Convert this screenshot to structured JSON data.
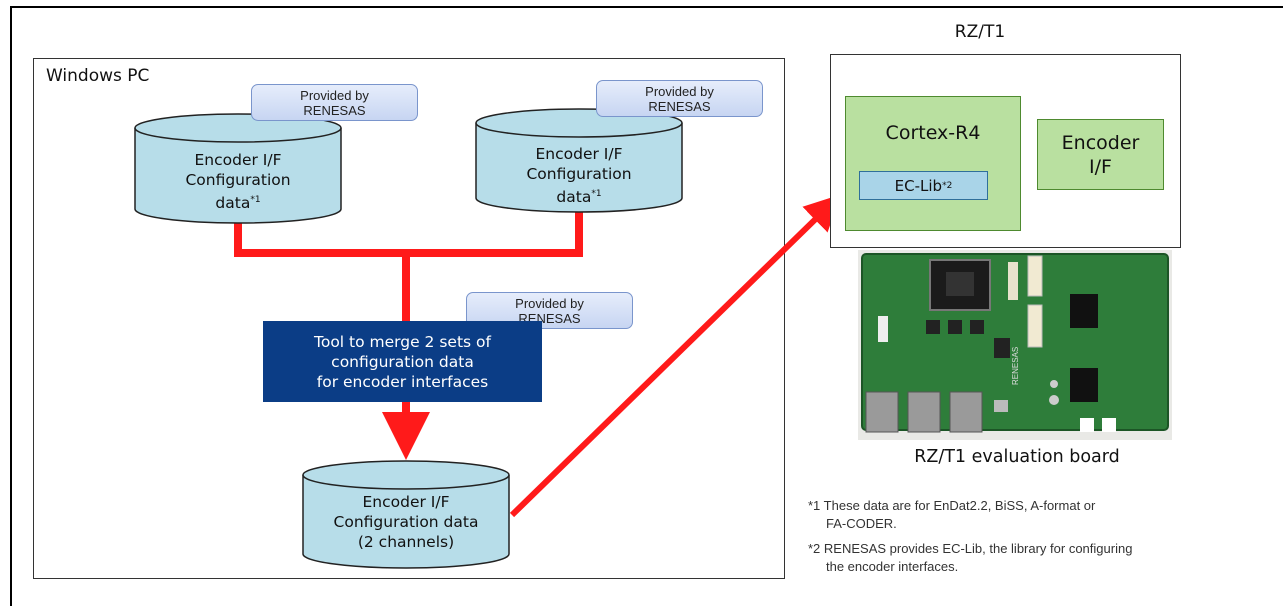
{
  "pc": {
    "title": "Windows PC"
  },
  "badges": {
    "left": {
      "line1": "Provided by",
      "line2": "RENESAS"
    },
    "right": {
      "line1": "Provided by",
      "line2": "RENESAS"
    },
    "tool": {
      "line1": "Provided by",
      "line2": "RENESAS"
    }
  },
  "db_left": {
    "line1": "Encoder I/F",
    "line2": "Configuration",
    "line3": "data",
    "sup": "*1"
  },
  "db_right": {
    "line1": "Encoder I/F",
    "line2": "Configuration",
    "line3": "data",
    "sup": "*1"
  },
  "db_bottom": {
    "line1": "Encoder I/F",
    "line2": "Configuration data",
    "line3": "(2 channels)"
  },
  "tool": {
    "line1": "Tool to merge 2 sets of",
    "line2": "configuration data",
    "line3": "for encoder interfaces"
  },
  "rz": {
    "title": "RZ/T1",
    "cortex": "Cortex-R4",
    "eclib": "EC-Lib",
    "eclib_sup": "*2",
    "encoder_line1": "Encoder",
    "encoder_line2": "I/F",
    "board_caption": "RZ/T1 evaluation board",
    "board_logo": "RENESAS"
  },
  "notes": {
    "n1_line1": "*1 These data are for EnDat2.2, BiSS, A-format or",
    "n1_line2": "FA-CODER.",
    "n2_line1": "*2 RENESAS provides EC-Lib, the library for configuring",
    "n2_line2": "the encoder interfaces."
  },
  "colors": {
    "arrow": "#ff1a1a",
    "cylinder_fill": "#b7dde9",
    "tool_fill": "#0b3d86",
    "green_block": "#b9e0a0",
    "board_green": "#2e7d3a"
  }
}
